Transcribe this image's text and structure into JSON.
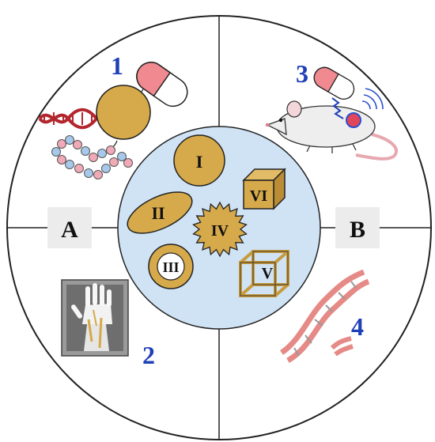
{
  "diagram": {
    "colors": {
      "outline": "#222222",
      "center_fill": "#cfe3f5",
      "gold": "#d6a94a",
      "gold_dark": "#7a5a1a",
      "number_blue": "#1f3fb8",
      "label_box": "#ececec"
    },
    "side_labels": {
      "left": "A",
      "right": "B"
    },
    "quadrant_numbers": {
      "top_left": "1",
      "bottom_left": "2",
      "top_right": "3",
      "bottom_right": "4"
    },
    "particles": [
      {
        "label": "I",
        "shape": "sphere"
      },
      {
        "label": "II",
        "shape": "ellipsoid"
      },
      {
        "label": "III",
        "shape": "hollow-sphere"
      },
      {
        "label": "IV",
        "shape": "star"
      },
      {
        "label": "V",
        "shape": "wire-cube"
      },
      {
        "label": "VI",
        "shape": "cube"
      }
    ],
    "icons": {
      "top_left": [
        "dna-icon",
        "nanoparticle-icon",
        "capsule-icon",
        "bead-chain-icon"
      ],
      "top_right": [
        "capsule-icon",
        "mouse-icon"
      ],
      "bottom_left": [
        "hand-xray-icon"
      ],
      "bottom_right": [
        "dna-helix-icon"
      ]
    }
  }
}
